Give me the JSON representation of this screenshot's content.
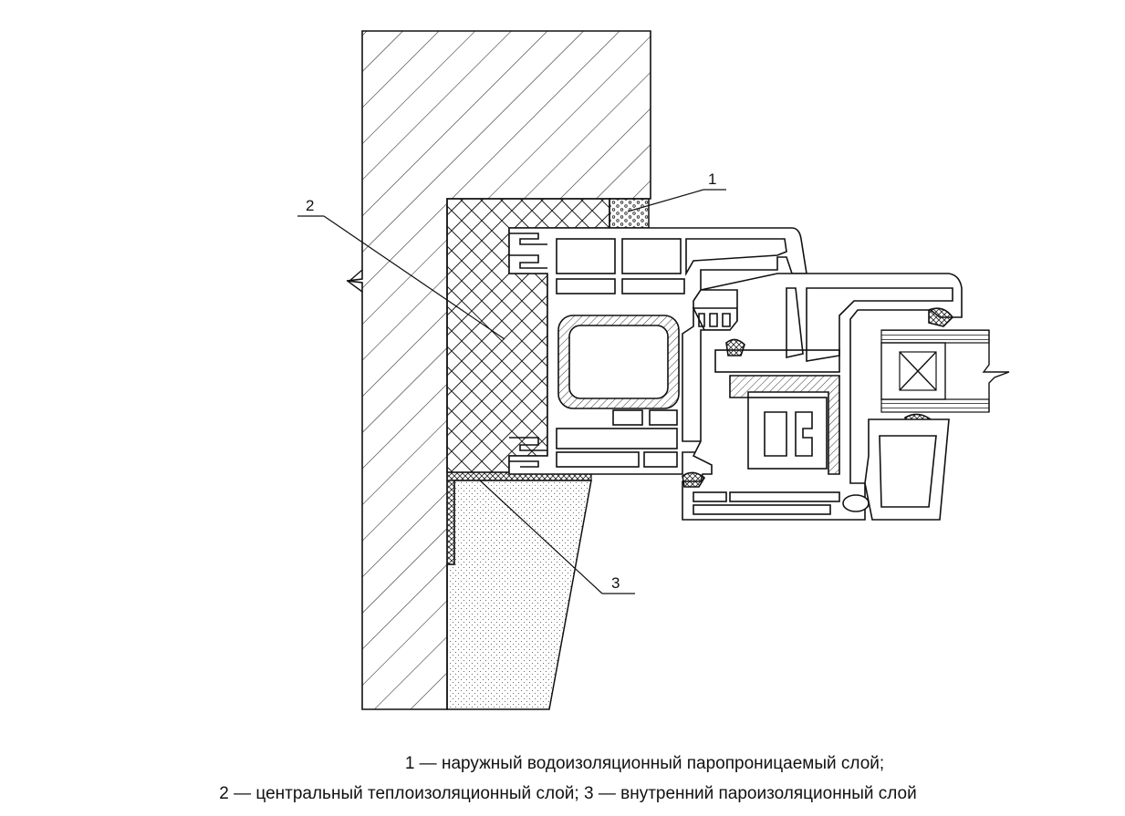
{
  "callouts": {
    "c1": "1",
    "c2": "2",
    "c3": "3"
  },
  "legend": {
    "line1": "1 — наружный водоизоляционный паропроницаемый слой;",
    "line2": "2 — центральный теплоизоляционный слой; 3 — внутренний пароизоляционный слой"
  }
}
